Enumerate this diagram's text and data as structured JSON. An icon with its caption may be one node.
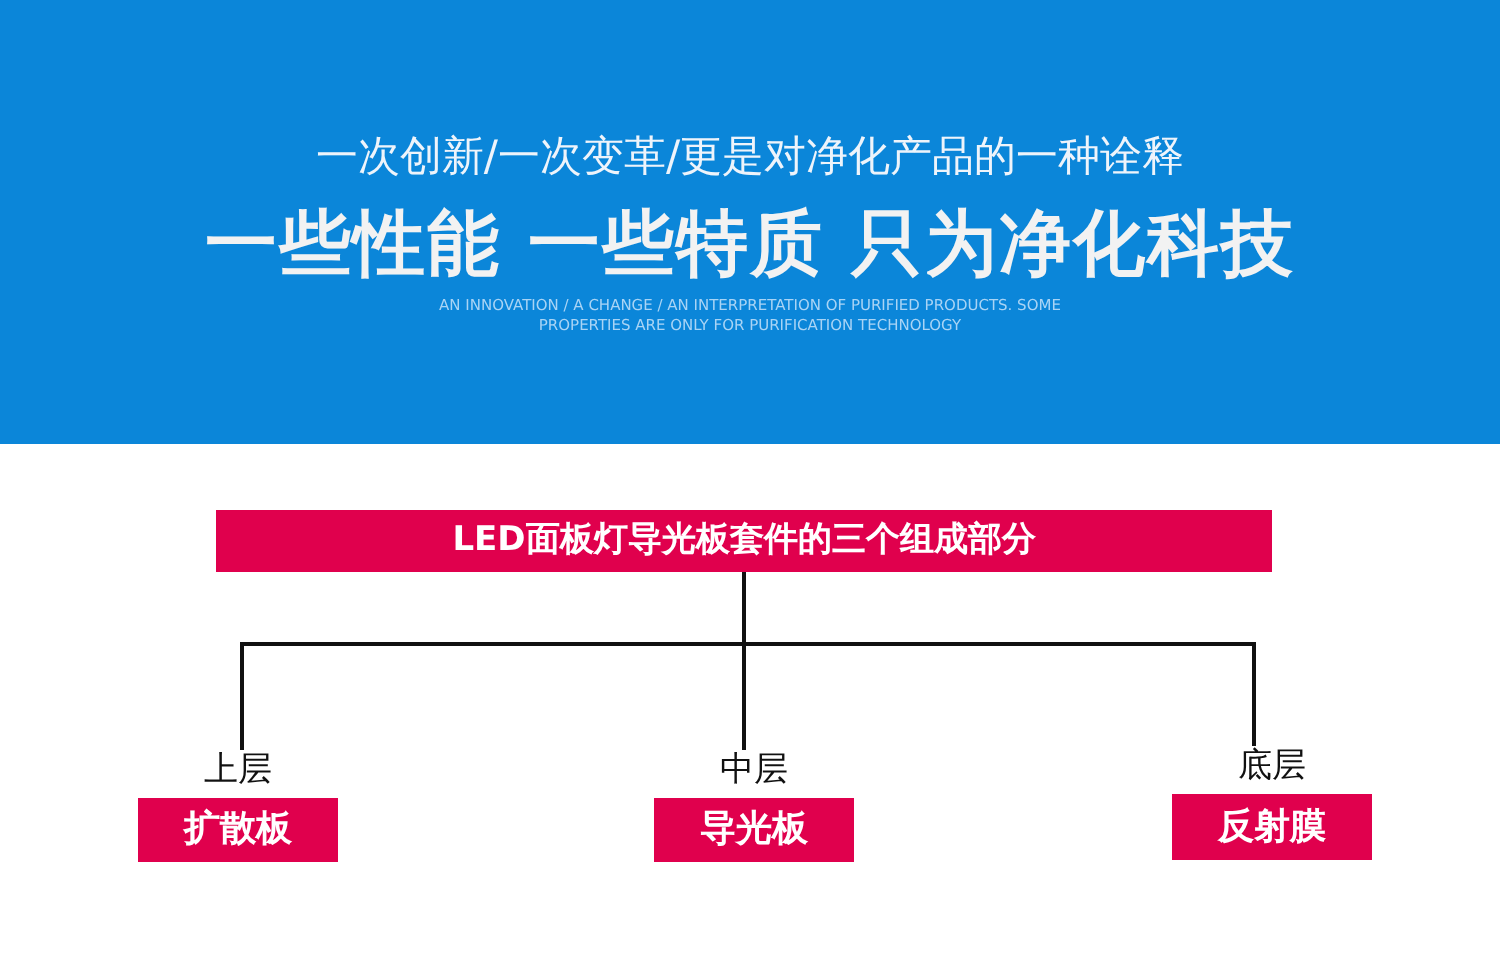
{
  "diagram": {
    "title": "一些性能 一些特质 只为净化科技",
    "nodes": [
      {
        "text": [
          "LED面板灯导光板套件的三个组成部分"
        ]
      },
      {
        "text": [
          "上层",
          "扩散板"
        ]
      },
      {
        "text": [
          "中层",
          "导光板"
        ]
      },
      {
        "text": [
          "底层",
          "反射膜"
        ]
      }
    ],
    "edges": [
      {
        "from": 0,
        "to": 1,
        "arrow": "none"
      },
      {
        "from": 0,
        "to": 2,
        "arrow": "none"
      },
      {
        "from": 0,
        "to": 3,
        "arrow": "none"
      }
    ],
    "labels": [
      "一次创新/一次变革/更是对净化产品的一种诠释",
      "AN INNOVATION / A CHANGE / AN INTERPRETATION OF PURIFIED PRODUCTS. SOME PROPERTIES ARE ONLY FOR PURIFICATION TECHNOLOGY"
    ]
  }
}
